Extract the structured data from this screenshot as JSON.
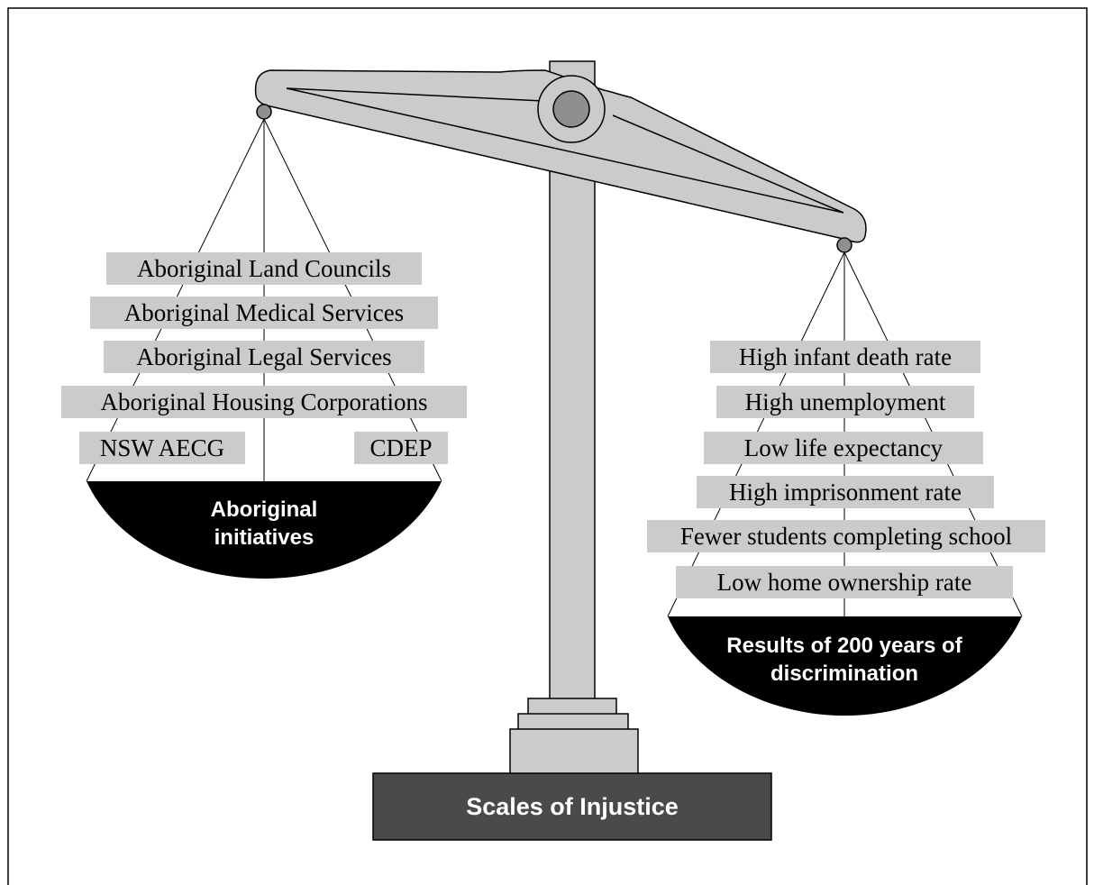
{
  "left_pan": {
    "items": [
      "Aboriginal Land Councils",
      "Aboriginal Medical Services",
      "Aboriginal Legal Services",
      "Aboriginal Housing Corporations",
      "NSW AECG",
      "CDEP"
    ],
    "caption": "Aboriginal initiatives"
  },
  "right_pan": {
    "items": [
      "High infant death rate",
      "High unemployment",
      "Low life expectancy",
      "High imprisonment rate",
      "Fewer students completing school",
      "Low home ownership rate"
    ],
    "caption": "Results of 200 years of discrimination"
  },
  "base_label": "Scales of Injustice",
  "colors": {
    "metal": "#cbcbcb",
    "pan": "#000000",
    "base": "#4a4a4a",
    "pivot": "#8f8f8f"
  }
}
